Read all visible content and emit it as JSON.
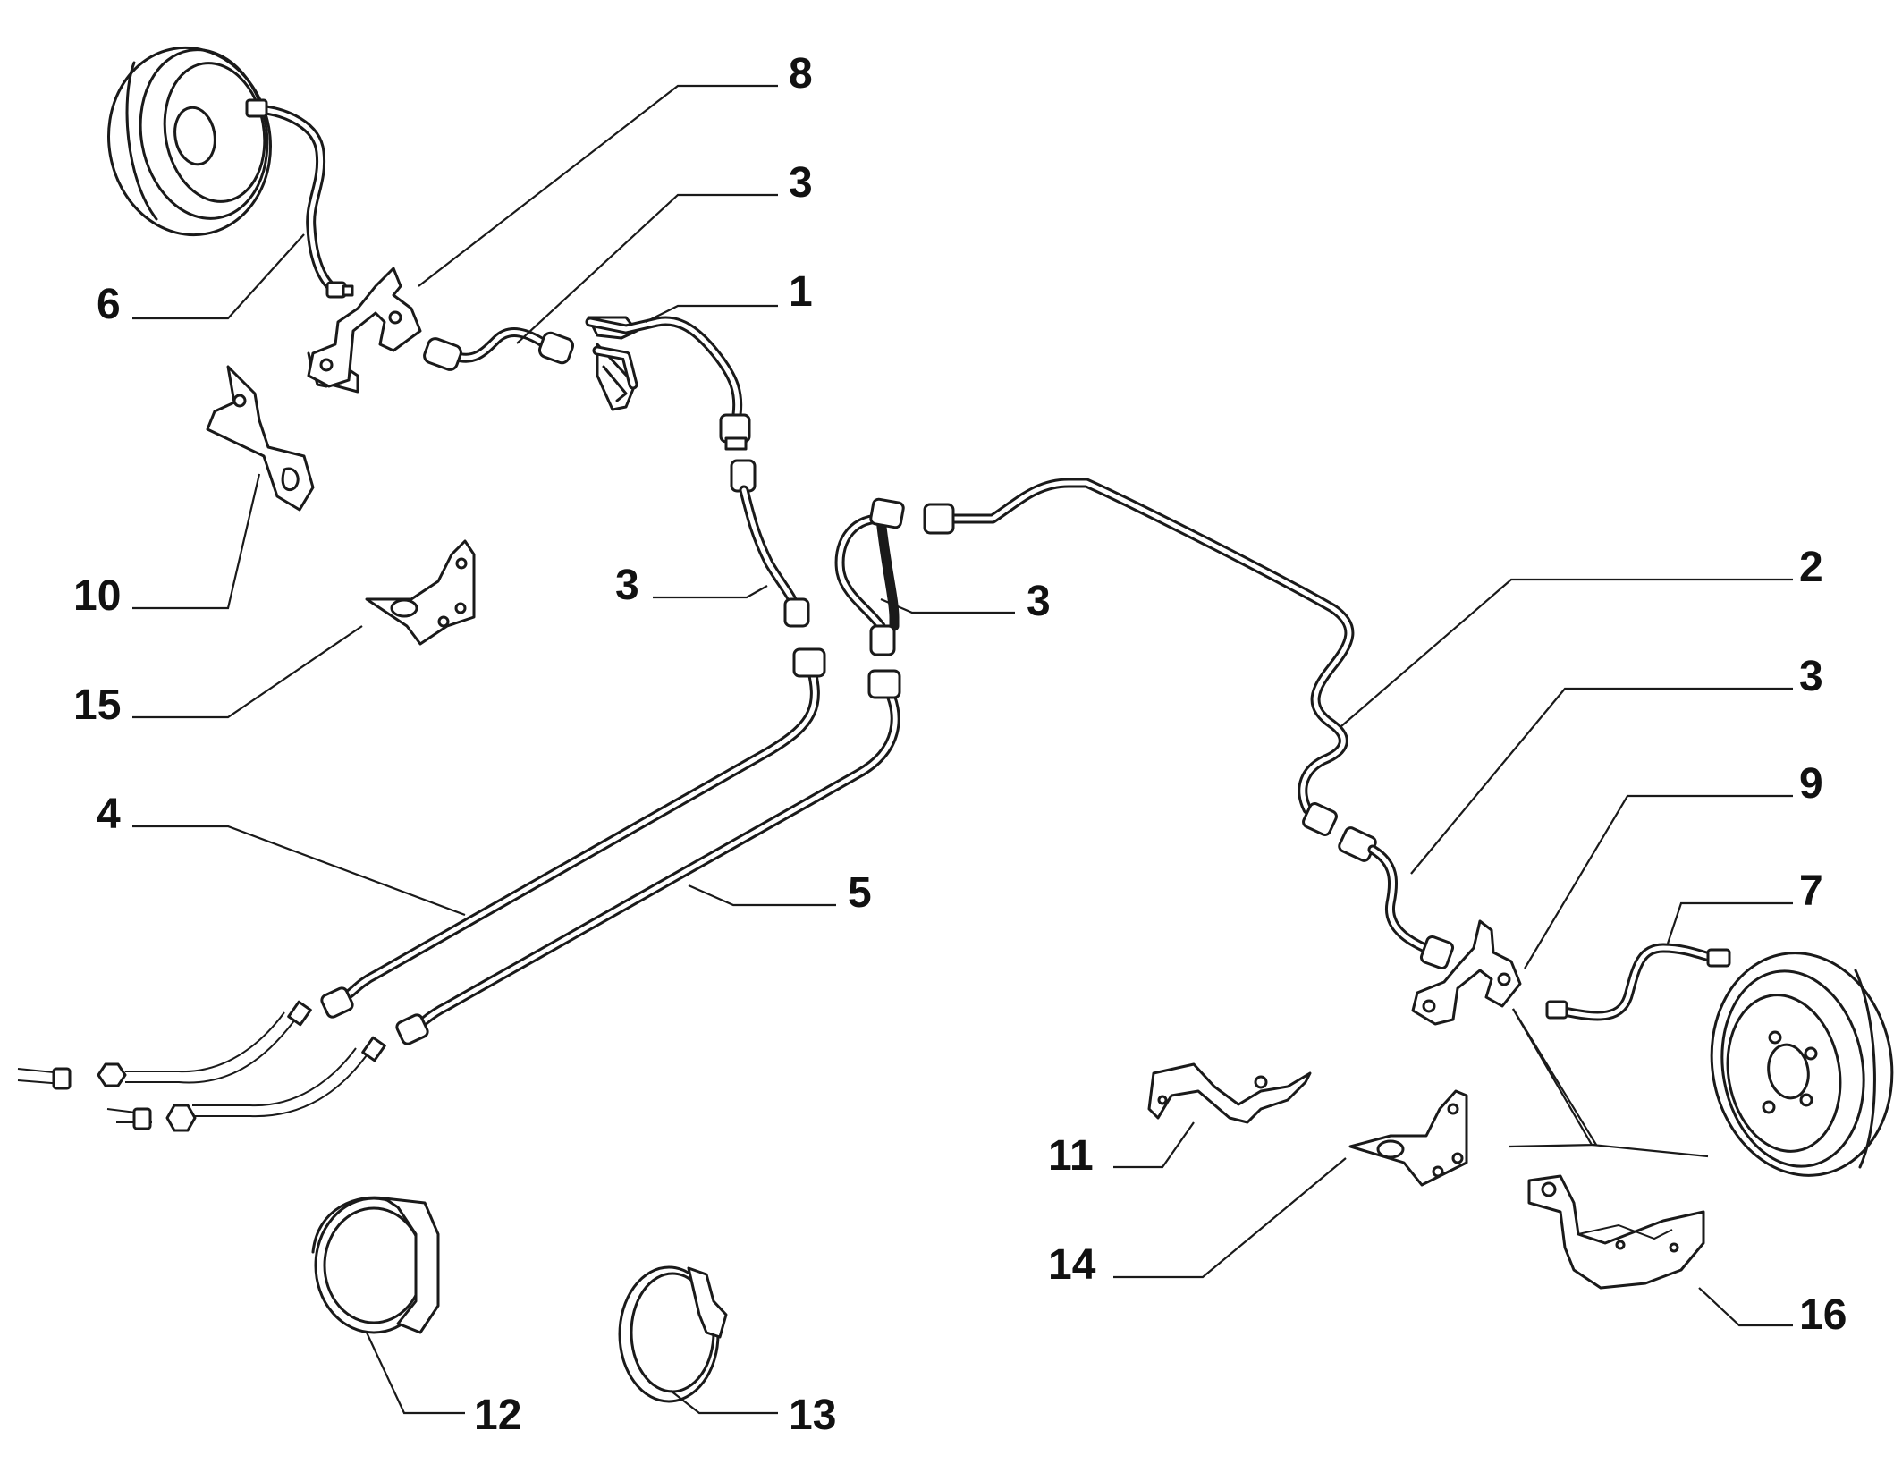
{
  "diagram": {
    "callouts": [
      {
        "id": "c1",
        "label": "1"
      },
      {
        "id": "c2",
        "label": "2"
      },
      {
        "id": "c3a",
        "label": "3"
      },
      {
        "id": "c3b",
        "label": "3"
      },
      {
        "id": "c3c",
        "label": "3"
      },
      {
        "id": "c3d",
        "label": "3"
      },
      {
        "id": "c4",
        "label": "4"
      },
      {
        "id": "c5",
        "label": "5"
      },
      {
        "id": "c6",
        "label": "6"
      },
      {
        "id": "c7",
        "label": "7"
      },
      {
        "id": "c8",
        "label": "8"
      },
      {
        "id": "c9",
        "label": "9"
      },
      {
        "id": "c10",
        "label": "10"
      },
      {
        "id": "c11",
        "label": "11"
      },
      {
        "id": "c12",
        "label": "12"
      },
      {
        "id": "c13",
        "label": "13"
      },
      {
        "id": "c14",
        "label": "14"
      },
      {
        "id": "c15",
        "label": "15"
      },
      {
        "id": "c16",
        "label": "16"
      }
    ]
  }
}
